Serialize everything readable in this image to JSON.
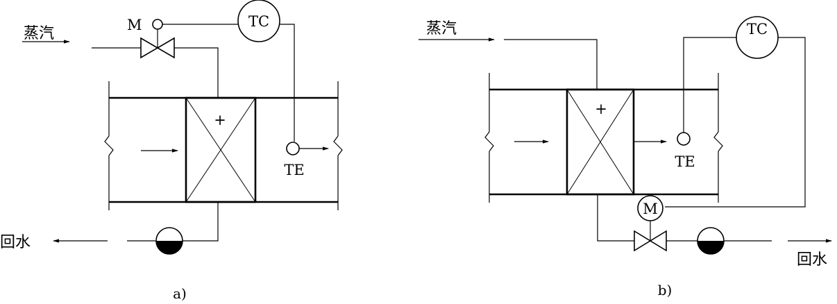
{
  "diagram_a": {
    "steam_label": "蒸汽",
    "return_label": "回水",
    "motor_label": "M",
    "controller_label": "TC",
    "sensor_label": "TE",
    "plus_mark": "+",
    "caption": "a)"
  },
  "diagram_b": {
    "steam_label": "蒸汽",
    "return_label": "回水",
    "motor_label": "M",
    "controller_label": "TC",
    "sensor_label": "TE",
    "plus_mark": "+",
    "caption": "b)"
  }
}
